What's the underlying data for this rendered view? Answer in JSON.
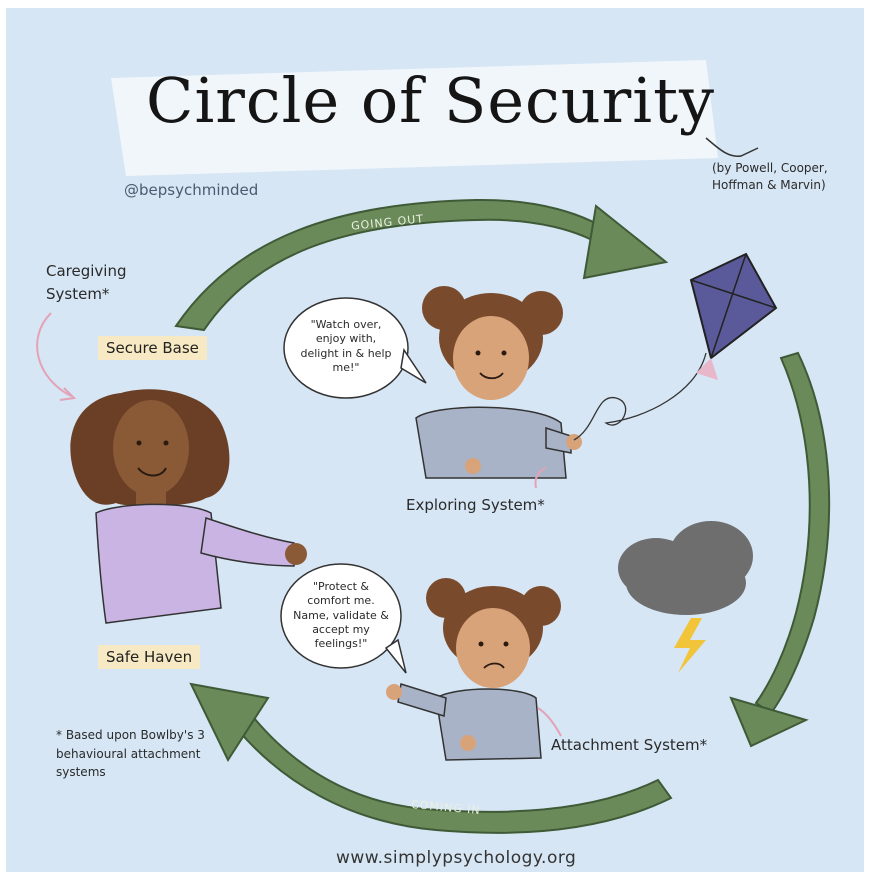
{
  "title": "Circle of Security",
  "handle": "@bepsychminded",
  "authors": "(by Powell, Cooper, Hoffman & Marvin)",
  "arrows": {
    "going_out": "GOING OUT",
    "coming_in": "COMING IN"
  },
  "labels": {
    "caregiving_system": "Caregiving System*",
    "secure_base": "Secure Base",
    "safe_haven": "Safe Haven",
    "exploring_system": "Exploring System*",
    "attachment_system": "Attachment System*"
  },
  "bubbles": {
    "top": "\"Watch over, enjoy with, delight in & help me!\"",
    "bottom": "\"Protect & comfort me. Name, validate & accept my feelings!\""
  },
  "footnote": "* Based upon Bowlby's 3 behavioural attachment systems",
  "website": "www.simplypsychology.org",
  "colors": {
    "background": "#d6e6f5",
    "arrow": "#6b8a5a",
    "arrow_outline": "#3e5a36",
    "tag": "#f7e9c3",
    "kite": "#5a5a9a",
    "adult_shirt": "#c9b4e3",
    "child_shirt": "#a9b3c7",
    "hair": "#7a4a2c",
    "cloud": "#6e6e6e",
    "lightning": "#f2c43a"
  }
}
